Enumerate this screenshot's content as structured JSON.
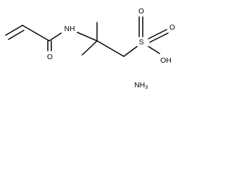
{
  "molecule": {
    "atoms": {
      "nh": "NH",
      "o_carbonyl": "O",
      "o_sulfonyl_top": "O",
      "o_sulfonyl_right": "O",
      "s": "S",
      "oh": "OH"
    },
    "salt": {
      "symbol": "NH",
      "subscript": "3"
    }
  }
}
